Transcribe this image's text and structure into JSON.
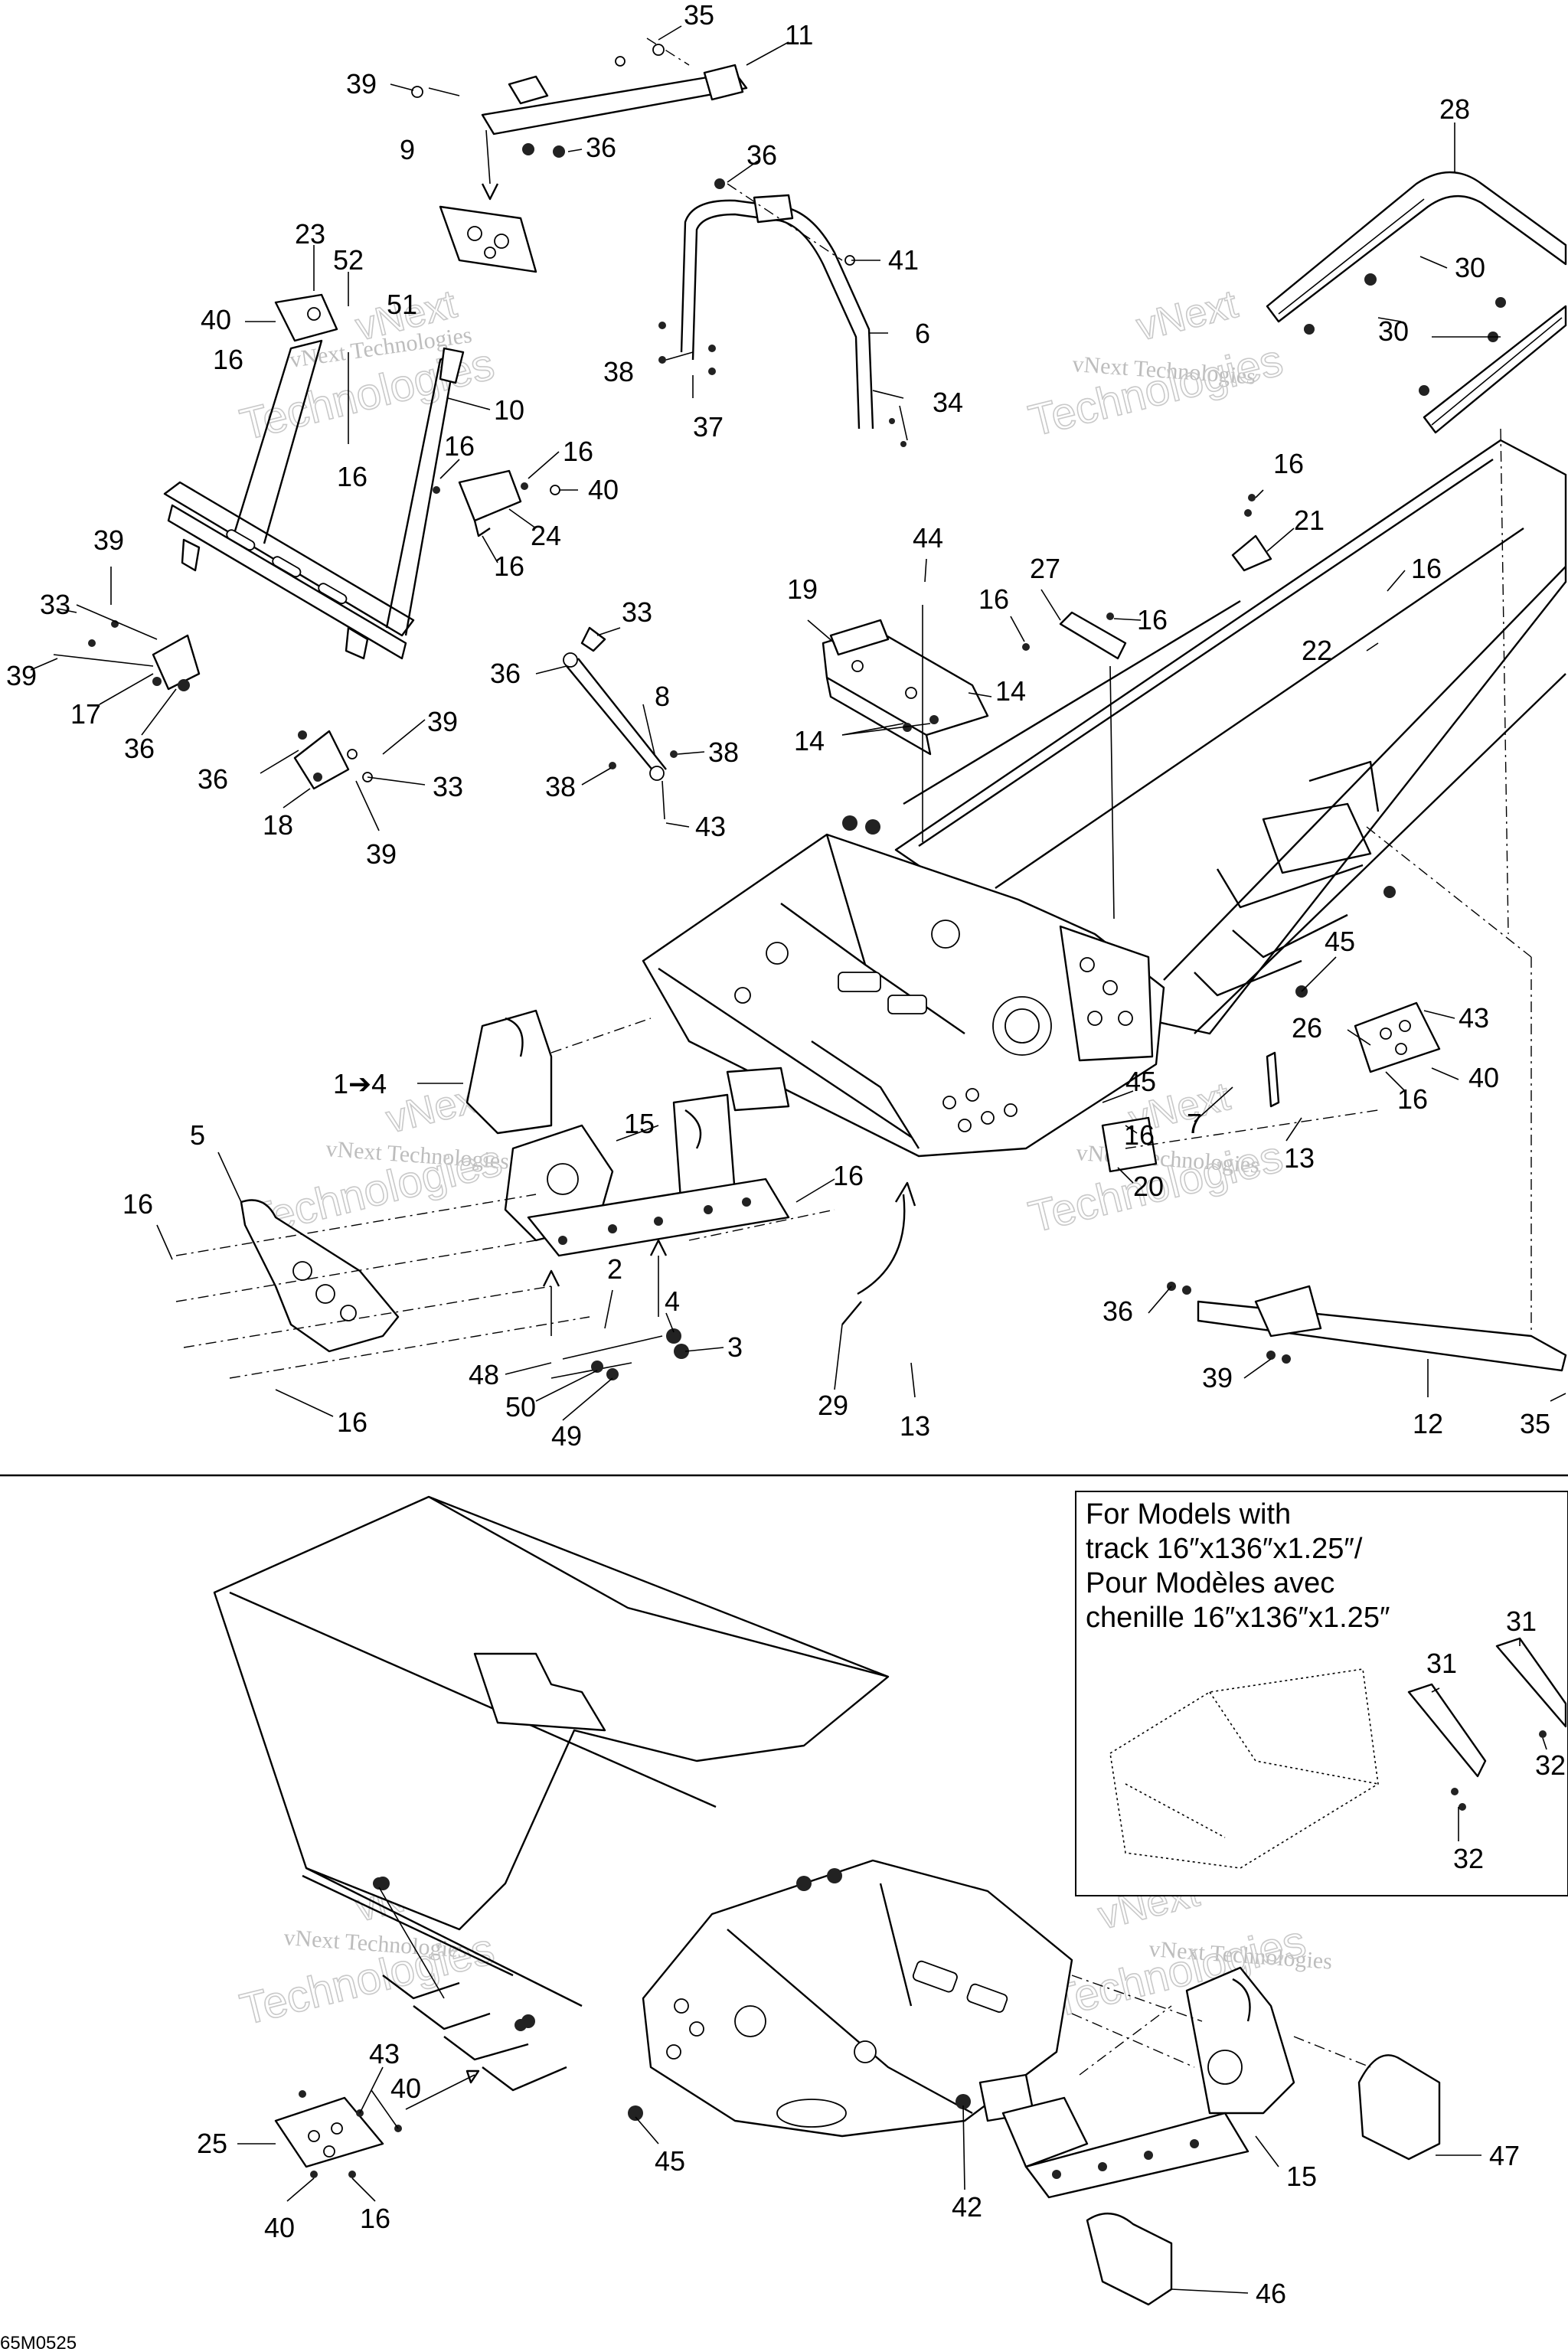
{
  "figure": {
    "drawing_code": "65M0525",
    "divider": true,
    "watermark": {
      "text_line1": "vNext Technologies",
      "text_line2": "vNext",
      "text_line3": "Technologies"
    },
    "note_box": {
      "line1": "For Models with",
      "line2": "track 16″x136″x1.25″/",
      "line3": "Pour Modèles avec",
      "line4": "chenille 16″x136″x1.25″"
    }
  },
  "callouts": {
    "c35a": "35",
    "c11": "11",
    "c39a": "39",
    "c36a": "36",
    "c9": "9",
    "c36b": "36",
    "c41": "41",
    "c28": "28",
    "c30a": "30",
    "c30b": "30",
    "c23": "23",
    "c52": "52",
    "c51": "51",
    "c40a": "40",
    "c16a": "16",
    "c10": "10",
    "c16b": "16",
    "c6": "6",
    "c38a": "38",
    "c37": "37",
    "c34": "34",
    "c16c": "16",
    "c16d": "16",
    "c40b": "40",
    "c24": "24",
    "c16e": "16",
    "c39b": "39",
    "c33a": "33",
    "c39c": "39",
    "c17": "17",
    "c36c": "36",
    "c44": "44",
    "c27": "27",
    "c16f": "16",
    "c16g": "16",
    "c19": "19",
    "c21": "21",
    "c16h": "16",
    "c16i": "16",
    "c22": "22",
    "c33b": "33",
    "c36d": "36",
    "c8": "8",
    "c38b": "38",
    "c38c": "38",
    "c43a": "43",
    "c14a": "14",
    "c14b": "14",
    "c39d": "39",
    "c36e": "36",
    "c33c": "33",
    "c18": "18",
    "c39e": "39",
    "c45a": "45",
    "c26": "26",
    "c43b": "43",
    "c40c": "40",
    "c16j": "16",
    "c1to4": "1➔4",
    "c5": "5",
    "c15a": "15",
    "c45b": "45",
    "c7": "7",
    "c16k": "16",
    "c13a": "13",
    "c20": "20",
    "c16l": "16",
    "c16m": "16",
    "c2": "2",
    "c4": "4",
    "c3": "3",
    "c48": "48",
    "c50": "50",
    "c49": "49",
    "c16n": "16",
    "c29": "29",
    "c13b": "13",
    "c36f": "36",
    "c39f": "39",
    "c12": "12",
    "c35b": "35",
    "c31a": "31",
    "c31b": "31",
    "c32a": "32",
    "c32b": "32",
    "c43c": "43",
    "c40d": "40",
    "c25": "25",
    "c40e": "40",
    "c16o": "16",
    "c45c": "45",
    "c42": "42",
    "c15b": "15",
    "c47": "47",
    "c46": "46"
  }
}
